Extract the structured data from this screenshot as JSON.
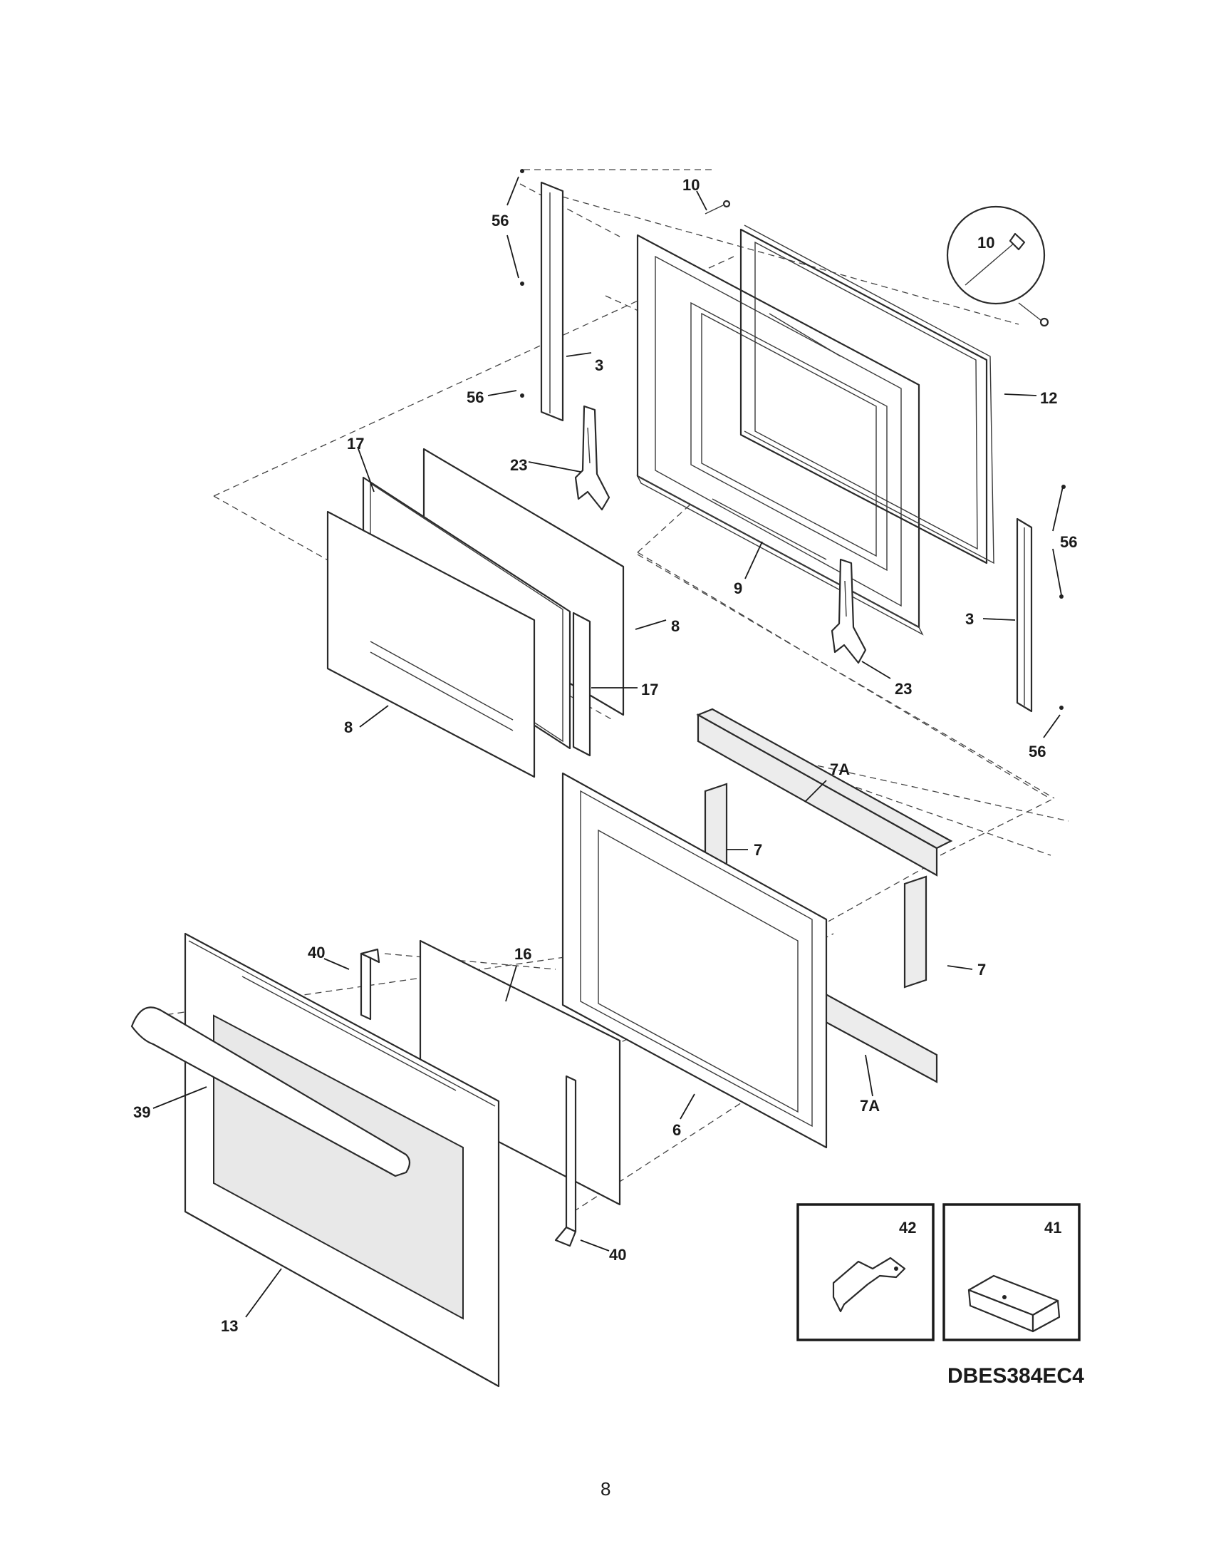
{
  "callouts": {
    "c56a": "56",
    "c10a": "10",
    "c10b": "10",
    "c3a": "3",
    "c56b": "56",
    "c12": "12",
    "c17a": "17",
    "c23a": "23",
    "c56c": "56",
    "c9": "9",
    "c3b": "3",
    "c8a": "8",
    "c17b": "17",
    "c23b": "23",
    "c8b": "8",
    "c56d": "56",
    "c7A_top": "7A",
    "c7a": "7",
    "c40a": "40",
    "c16": "16",
    "c7b": "7",
    "c39": "39",
    "c6": "6",
    "c7A_bot": "7A",
    "c42": "42",
    "c41": "41",
    "c40b": "40",
    "c13": "13"
  },
  "model_number": "DBES384EC4",
  "page_number": "8"
}
